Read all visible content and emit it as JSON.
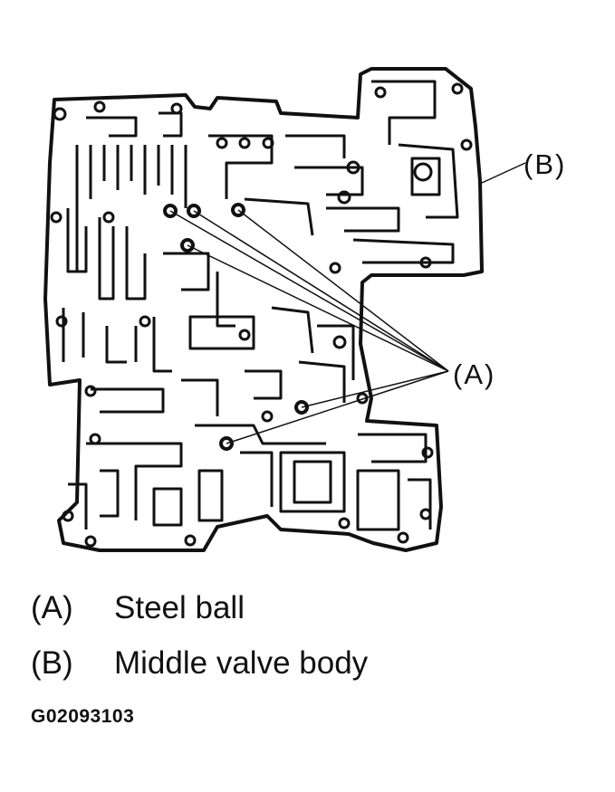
{
  "callouts": {
    "a": "(A)",
    "b": "(B)"
  },
  "legend": [
    {
      "key": "(A)",
      "text": "Steel ball"
    },
    {
      "key": "(B)",
      "text": "Middle valve body"
    }
  ],
  "figure_code": "G02093103"
}
